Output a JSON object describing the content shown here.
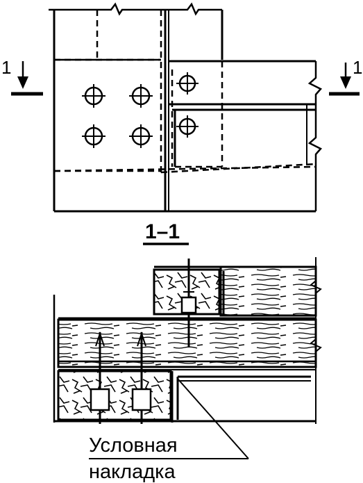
{
  "labels": {
    "cut_left": "1",
    "cut_right": "1",
    "section_title": "1–1",
    "callout_line1": "Условная",
    "callout_line2": "накладка"
  },
  "colors": {
    "ink": "#000000",
    "paper": "#ffffff"
  }
}
